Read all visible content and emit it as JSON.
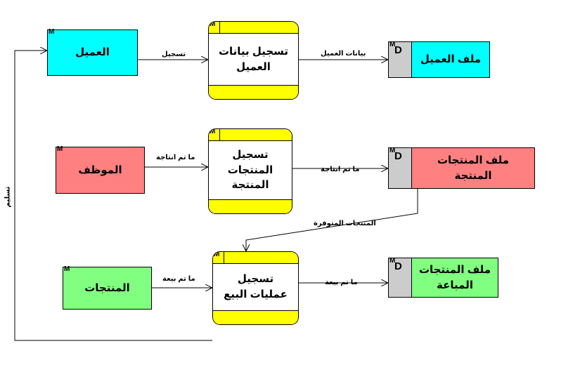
{
  "colors": {
    "customer": "#00ffff",
    "employee": "#ff8080",
    "products_entity": "#80ff80",
    "process": "#ffff00",
    "store_id": "#cccccc",
    "store_customer": "#00ffff",
    "store_produced": "#ff8080",
    "store_sold": "#80ff80"
  },
  "markers": {
    "entity": "M",
    "process": "M",
    "store": "M",
    "store_id": "D"
  },
  "entities": {
    "customer": "العميل",
    "employee": "الموظف",
    "products": "المنتجات"
  },
  "processes": {
    "register_customer": "تسجيل بيانات العميل",
    "register_products": "تسجيل المنتجات المنتجة",
    "register_sales": "تسجيل عمليات البيع"
  },
  "stores": {
    "customer_file": "ملف العميل",
    "produced_file": "ملف المنتجات المنتجة",
    "sold_file": "ملف المنتجات المباعة"
  },
  "flows": {
    "register": "تسجيل",
    "customer_data": "بيانات العميل",
    "produced_in": "ما تم انتاجة",
    "produced_out": "ما تم انتاجة",
    "available": "المنتجات المتوفرة",
    "sold_in": "ما تم بيعة",
    "sold_out": "ما تم بيعة",
    "delivery": "تسليم"
  }
}
